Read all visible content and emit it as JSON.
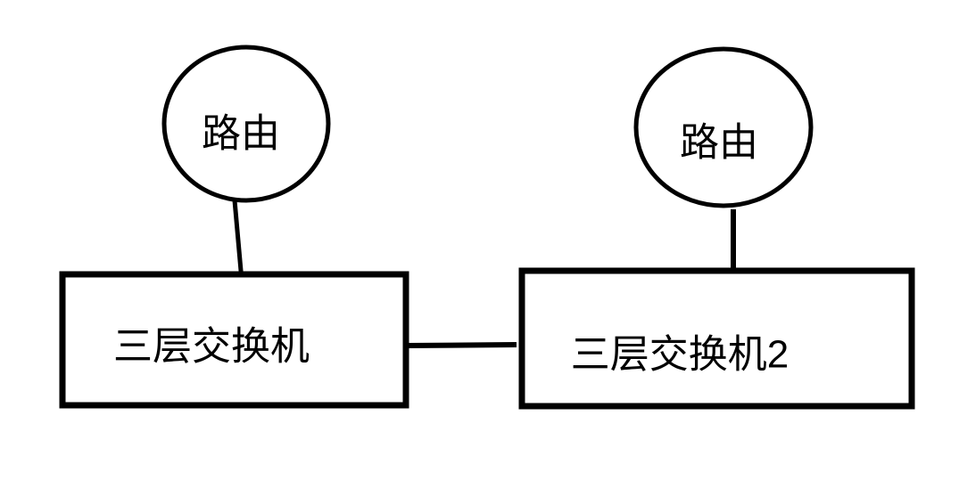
{
  "canvas": {
    "background": "#ffffff",
    "stroke_color": "#000000",
    "text_color": "#000000"
  },
  "nodes": {
    "router1": {
      "label": "路由",
      "shape": "circle"
    },
    "router2": {
      "label": "路由",
      "shape": "circle"
    },
    "switch1": {
      "label": "三层交换机",
      "shape": "rectangle"
    },
    "switch2": {
      "label": "三层交换机2",
      "shape": "rectangle"
    }
  },
  "edges": [
    {
      "from": "router1",
      "to": "switch1"
    },
    {
      "from": "router2",
      "to": "switch2"
    },
    {
      "from": "switch1",
      "to": "switch2"
    }
  ]
}
